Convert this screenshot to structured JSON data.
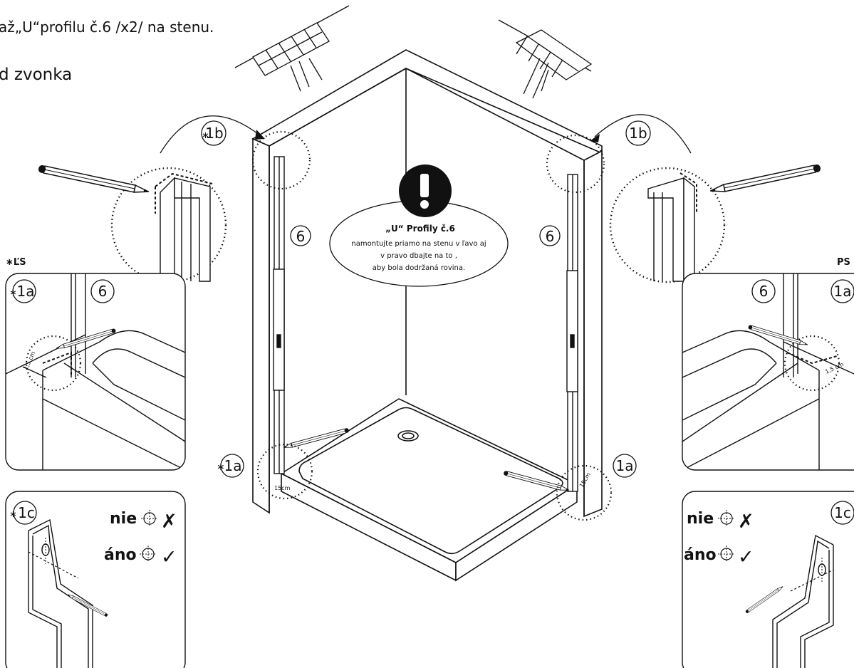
{
  "header": {
    "line1": "až„U“profilu č.6 /x2/ na stenu.",
    "line2": "d zvonka"
  },
  "warning": {
    "title": "„U“ Profily č.6",
    "line1": "namontujte priamo na stenu v ľavo aj",
    "line2": "v pravo dbajte na to ,",
    "line3": "aby bola dodržaná rovina."
  },
  "labels": {
    "profile": "6",
    "step_1b": "1b",
    "step_1a": "1a",
    "step_1c": "1c",
    "side_left": "ĽS",
    "side_right": "PS",
    "star": "∗",
    "dim_1_5": "1,5 cm",
    "dim_15": "15cm",
    "nie": "nie",
    "ano": "áno"
  },
  "colors": {
    "ink": "#111111",
    "paper": "#ffffff"
  },
  "icons": [
    "exclamation-icon",
    "pencil-icon",
    "crosshair-icon",
    "cross-mark-icon",
    "check-mark-icon",
    "arrow-icon"
  ]
}
